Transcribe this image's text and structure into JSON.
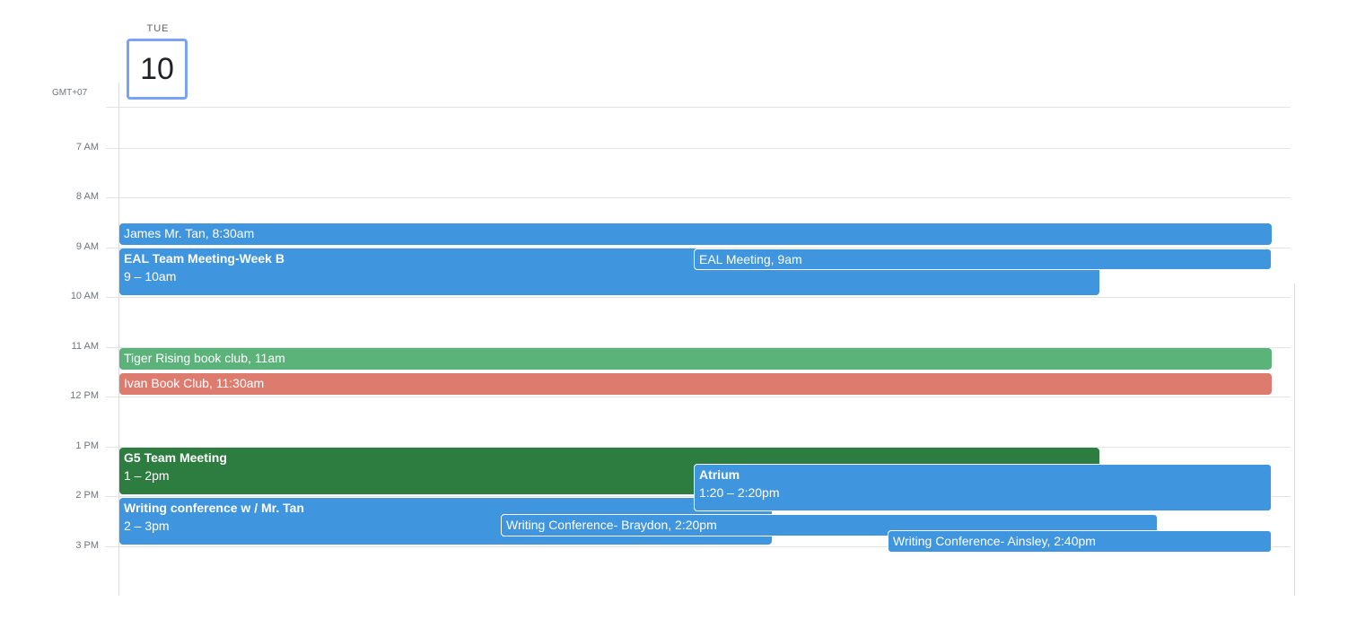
{
  "header": {
    "day_of_week": "TUE",
    "day_number": "10",
    "timezone": "GMT+07"
  },
  "hours": [
    "7 AM",
    "8 AM",
    "9 AM",
    "10 AM",
    "11 AM",
    "12 PM",
    "1 PM",
    "2 PM",
    "3 PM"
  ],
  "colors": {
    "blue": "#3f95de",
    "green": "#5bb37a",
    "dark_green": "#2e7d40",
    "red": "#de7b6f",
    "today_outline": "#7aa2f7"
  },
  "events": [
    {
      "title": "James Mr. Tan",
      "time": ", 8:30am"
    },
    {
      "title": "EAL Team Meeting-Week B",
      "time": "9 – 10am"
    },
    {
      "title": "EAL Meeting",
      "time": ", 9am"
    },
    {
      "title": "Tiger Rising book club",
      "time": ", 11am"
    },
    {
      "title": "Ivan Book Club",
      "time": ", 11:30am"
    },
    {
      "title": "G5 Team Meeting",
      "time": "1 – 2pm"
    },
    {
      "title": "Atrium",
      "time": "1:20 – 2:20pm"
    },
    {
      "title": "Writing conference w / Mr. Tan",
      "time": "2 – 3pm"
    },
    {
      "title": "Writing Conference- Braydon",
      "time": ", 2:20pm"
    },
    {
      "title": "Writing Conference- Ainsley",
      "time": ", 2:40pm"
    }
  ]
}
